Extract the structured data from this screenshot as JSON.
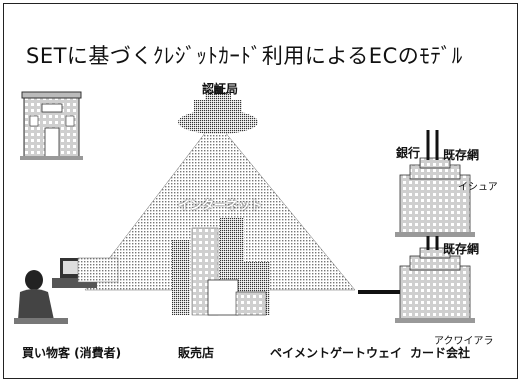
{
  "title": "SETに基づくｸﾚｼﾞｯﾄｶｰﾄﾞ利用によるECのﾓﾃﾞﾙ",
  "labels": {
    "ca": "認証局",
    "internet": "インターネット",
    "bank": "銀行",
    "existing_network_top": "既存網",
    "issuer": "イシュア",
    "existing_network_bottom": "既存網",
    "acquirer": "アクワイアラ",
    "buyer": "買い物客 (消費者)",
    "merchant": "販売店",
    "payment_gateway": "ペイメントゲートウェイ",
    "card_company": "カード会社"
  },
  "colors": {
    "pattern": "#777777",
    "line": "#111111",
    "background": "#ffffff"
  }
}
